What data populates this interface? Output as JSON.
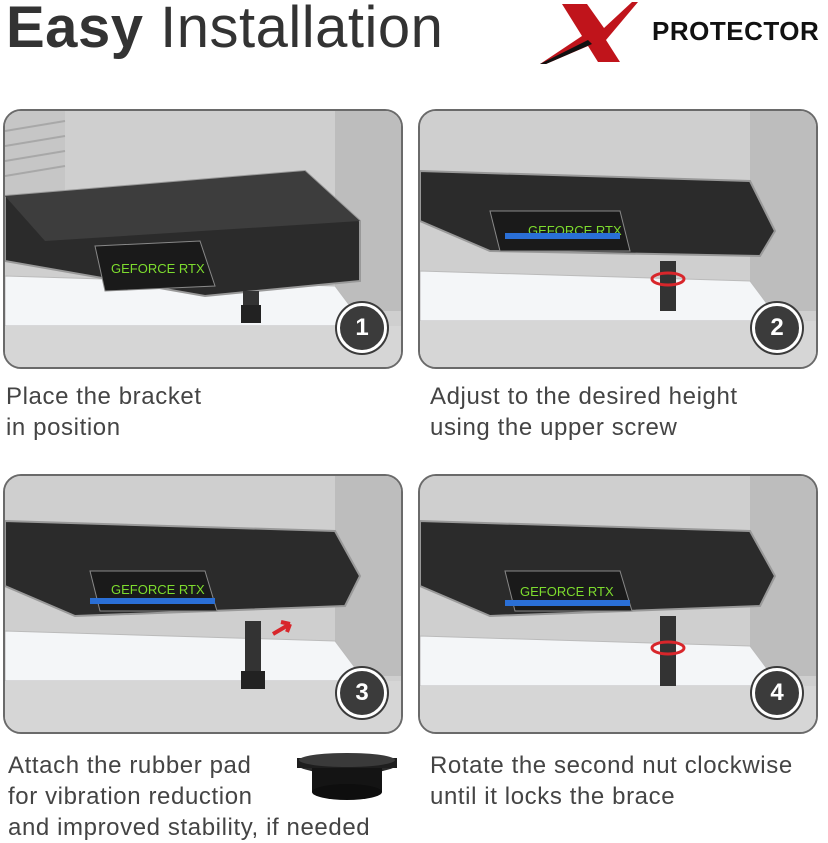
{
  "header": {
    "title_bold": "Easy",
    "title_rest": "Installation",
    "brand_name": "PROTECTOR",
    "brand_color": "#c0141b"
  },
  "gpu_label": "GEFORCE RTX",
  "steps": [
    {
      "number": "1",
      "lines": [
        "Place the bracket",
        "in position"
      ]
    },
    {
      "number": "2",
      "lines": [
        "Adjust to the desired height",
        "using the upper screw"
      ]
    },
    {
      "number": "3",
      "lines": [
        "Attach the rubber pad",
        "for vibration reduction",
        "and improved stability, if needed"
      ]
    },
    {
      "number": "4",
      "lines": [
        "Rotate the second nut clockwise",
        "until it locks the brace"
      ]
    }
  ],
  "colors": {
    "badge": "#3b3b3b",
    "accent_green": "#7ddc2e",
    "rgb_blue": "#2a6fd6",
    "arrow_red": "#d8262b"
  }
}
